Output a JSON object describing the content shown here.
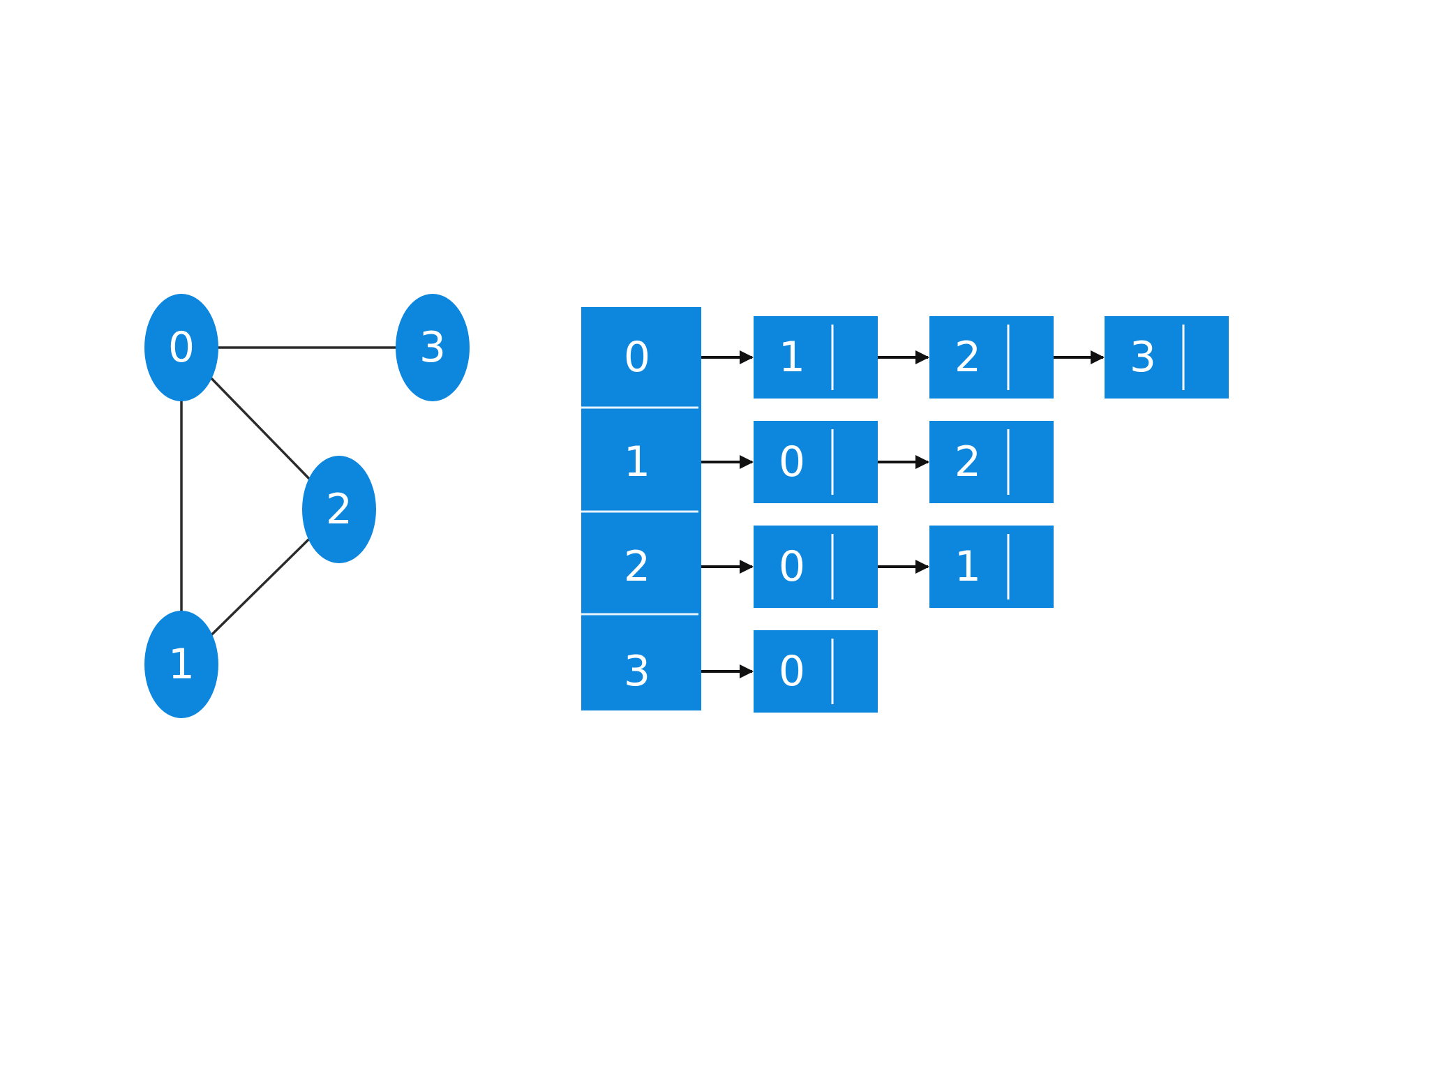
{
  "colors": {
    "node": "#0d86de",
    "edge": "#2b2b2b",
    "arrow": "#111111",
    "label": "#ffffff"
  },
  "graph": {
    "nodes": [
      {
        "id": "0",
        "label": "0"
      },
      {
        "id": "1",
        "label": "1"
      },
      {
        "id": "2",
        "label": "2"
      },
      {
        "id": "3",
        "label": "3"
      }
    ],
    "edges": [
      [
        "0",
        "3"
      ],
      [
        "0",
        "2"
      ],
      [
        "0",
        "1"
      ],
      [
        "1",
        "2"
      ]
    ]
  },
  "adjacency_list": {
    "heads": [
      "0",
      "1",
      "2",
      "3"
    ],
    "lists": [
      [
        "1",
        "2",
        "3"
      ],
      [
        "0",
        "2"
      ],
      [
        "0",
        "1"
      ],
      [
        "0"
      ]
    ]
  }
}
